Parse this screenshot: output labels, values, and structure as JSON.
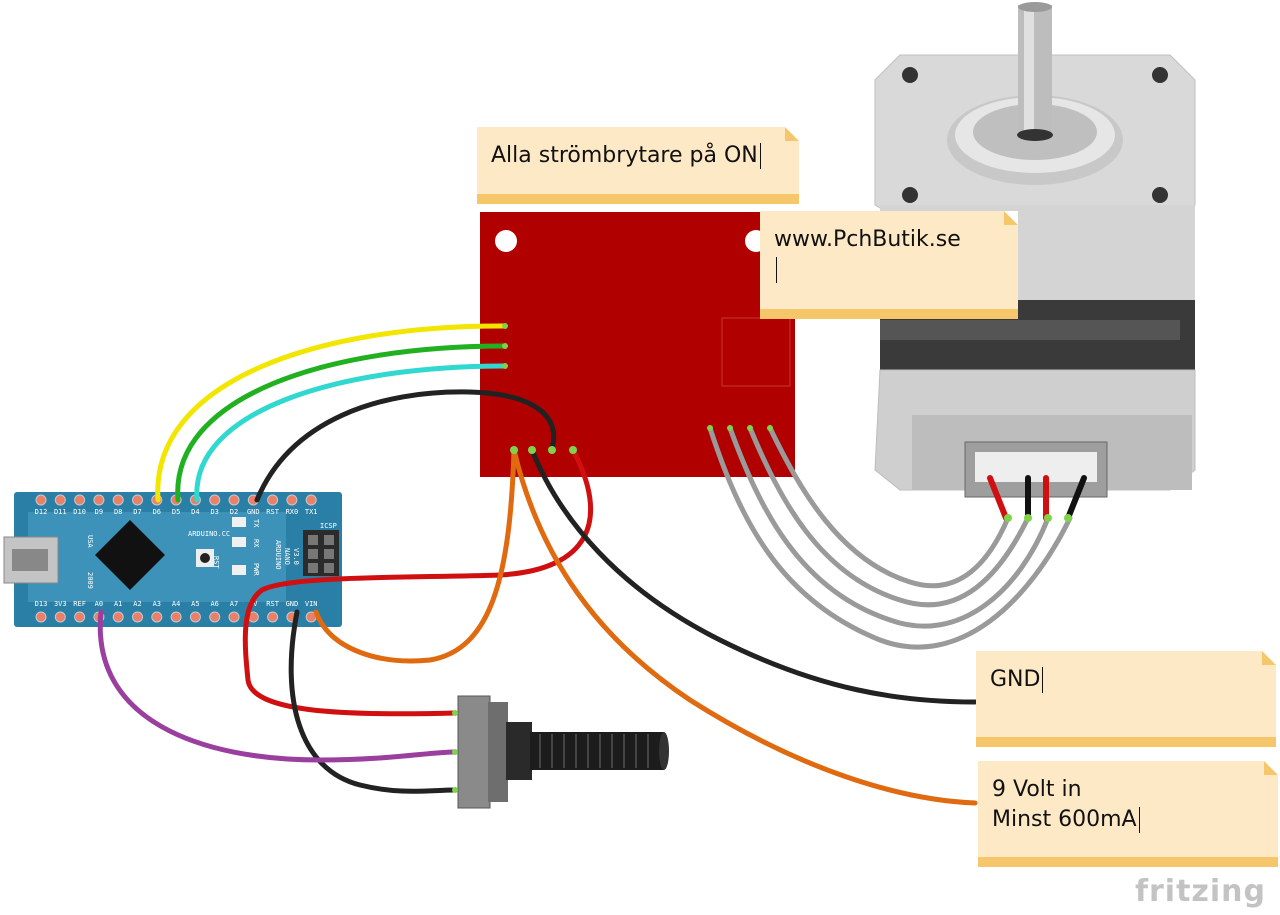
{
  "notes": {
    "switches": "Alla strömbrytare på ON",
    "website": "www.PchButik.se",
    "gnd": "GND",
    "power_line1": "9 Volt in",
    "power_line2": "Minst 600mA"
  },
  "arduino": {
    "top_pins": [
      "D12",
      "D11",
      "D10",
      "D9",
      "D8",
      "D7",
      "D6",
      "D5",
      "D4",
      "D3",
      "D2",
      "GND",
      "RST",
      "RX0",
      "TX1"
    ],
    "bottom_pins": [
      "D13",
      "3V3",
      "REF",
      "A0",
      "A1",
      "A2",
      "A3",
      "A4",
      "A5",
      "A6",
      "A7",
      "5V",
      "RST",
      "GND",
      "VIN"
    ],
    "usa": "USA",
    "year": "2009",
    "brand": "ARDUINO.CC",
    "model_line1": "ARDUINO",
    "model_line2": "NANO",
    "model_line3": "V3.0",
    "rst": "RST",
    "led_tx": "TX",
    "led_rx": "RX",
    "led_pwr": "PWR",
    "icsp": "ICSP"
  },
  "brand": "fritzing",
  "colors": {
    "driver_board": "#b00000",
    "arduino_board": "#2a7fa6",
    "wire_yellow": "#f2e600",
    "wire_green": "#20b020",
    "wire_cyan": "#30d8d0",
    "wire_black": "#222222",
    "wire_red": "#d01010",
    "wire_orange": "#e06a10",
    "wire_purple": "#9a3f9e",
    "wire_gray": "#9a9a9a",
    "note_bg": "#fde9c6",
    "note_border": "#f6c66b"
  }
}
